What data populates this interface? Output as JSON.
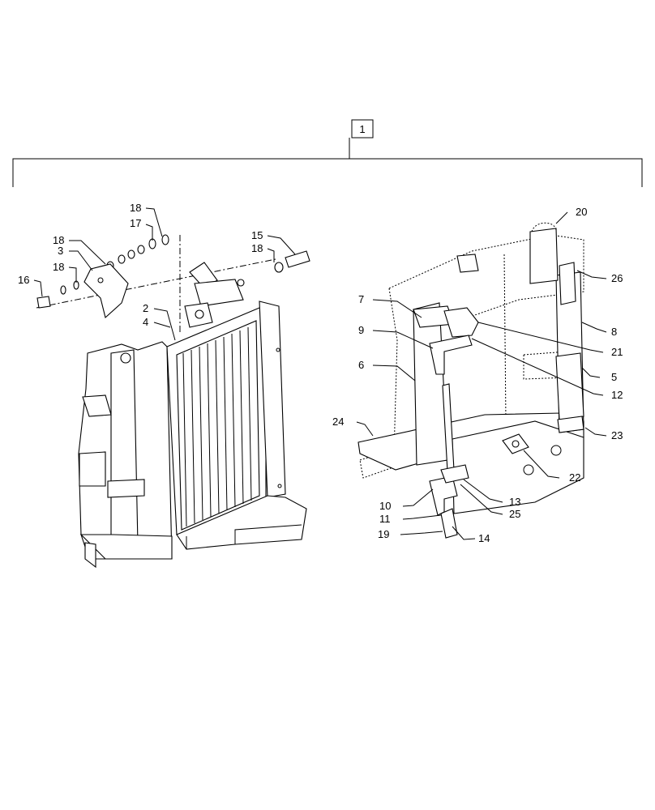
{
  "assembly": {
    "label": "1"
  },
  "callouts": {
    "c2": "2",
    "c3": "3",
    "c4": "4",
    "c5": "5",
    "c6": "6",
    "c7": "7",
    "c8": "8",
    "c9": "9",
    "c10": "10",
    "c11": "11",
    "c12": "12",
    "c13": "13",
    "c14": "14",
    "c15": "15",
    "c16": "16",
    "c17": "17",
    "c18a": "18",
    "c18b": "18",
    "c18c": "18",
    "c18d": "18",
    "c19": "19",
    "c20": "20",
    "c21": "21",
    "c22": "22",
    "c23": "23",
    "c24": "24",
    "c25": "25",
    "c26": "26"
  }
}
